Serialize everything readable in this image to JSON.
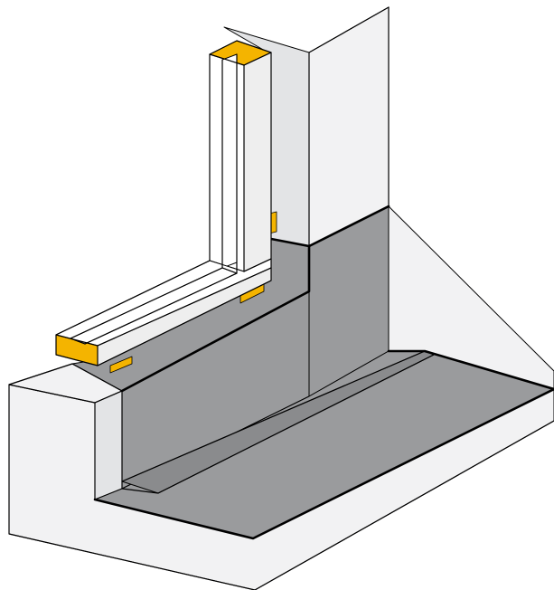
{
  "diagram": {
    "subject": "window-frame-corner-waterproofing-detail",
    "colors": {
      "background": "#ffffff",
      "wall_light": "#f2f2f3",
      "wall_mid": "#e3e4e6",
      "wall_dark": "#d2d3d5",
      "membrane": "#9a9b9d",
      "membrane_dark": "#8a8b8d",
      "frame": "#ffffff",
      "frame_shade": "#eeeeee",
      "sealant": "#f4b400",
      "outline": "#000000"
    },
    "components": [
      "wall",
      "floor-slab",
      "waterproof-membrane",
      "window-frame",
      "sealant-strips"
    ]
  }
}
